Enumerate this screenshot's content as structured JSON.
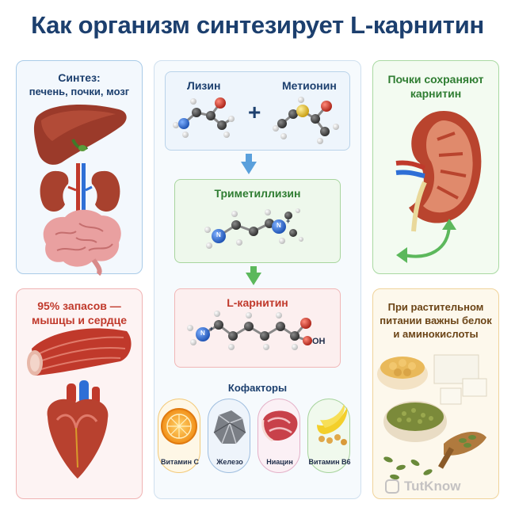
{
  "title": "Как организм синтезирует L-карнитин",
  "synthesis": {
    "line1": "Синтез:",
    "line2": "печень, почки, мозг"
  },
  "reserves": {
    "line1": "95% запасов —",
    "line2": "мышцы и сердце"
  },
  "kidney": {
    "line1": "Почки сохраняют",
    "line2": "карнитин"
  },
  "food": {
    "line1": "При растительном",
    "line2": "питании важны белок",
    "line3": "и аминокислоты"
  },
  "pathway": {
    "lysine": "Лизин",
    "methionine": "Метионин",
    "plus": "+",
    "trimethyllysine": "Триметиллизин",
    "carnitine": "L-карнитин",
    "oh_label": "OH",
    "n_label": "N",
    "n_charge": "+"
  },
  "cofactors": {
    "title": "Кофакторы",
    "items": [
      "Витамин С",
      "Железо",
      "Ниацин",
      "Витамин В6"
    ]
  },
  "watermark": "TutKnow",
  "colors": {
    "title": "#1c3f6e",
    "red_text": "#c0392b",
    "green_text": "#2f7d32",
    "arrow_blue": "#5aa0dc",
    "arrow_green": "#5cb85c",
    "atom_carbon": "#3b3b3b",
    "atom_nitrogen": "#2e6fd6",
    "atom_oxygen": "#d93a2b",
    "atom_sulfur": "#e7c22a",
    "atom_hydrogen": "#e8e8e8"
  }
}
